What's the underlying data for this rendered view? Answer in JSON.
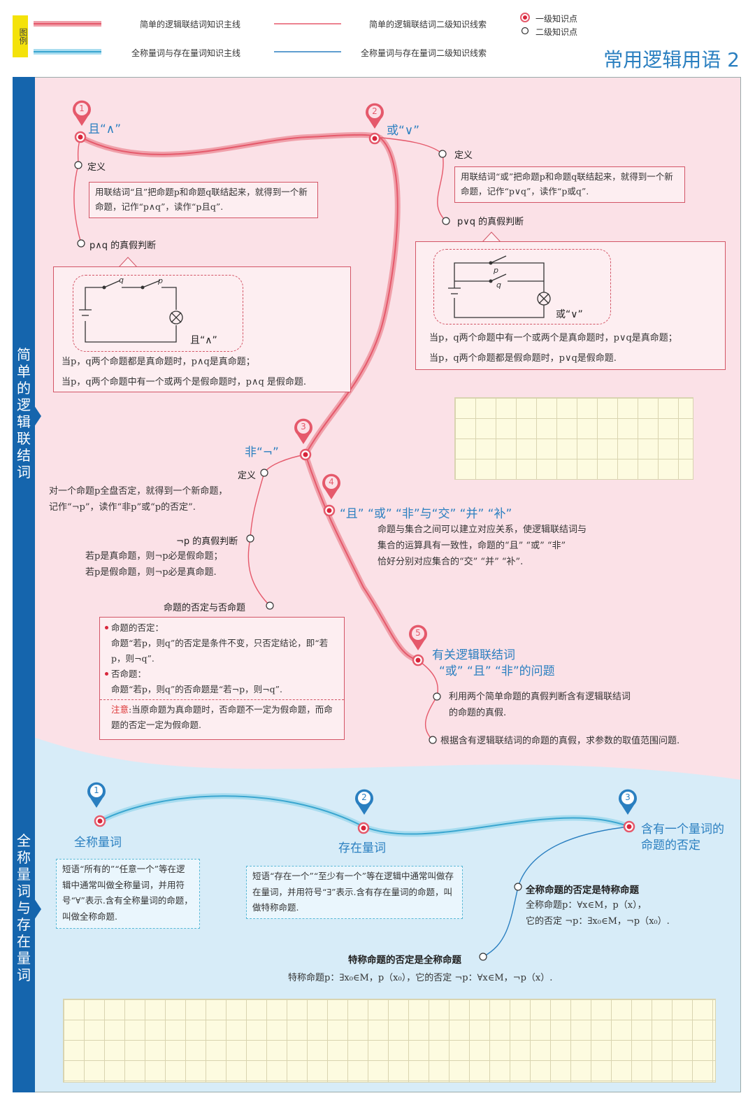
{
  "legend": {
    "tag": "图例",
    "red_main": "简单的逻辑联结词知识主线",
    "red_sub": "简单的逻辑联结词二级知识线索",
    "blue_main": "全称量词与存在量词知识主线",
    "blue_sub": "全称量词与存在量词二级知识线索",
    "level1": "一级知识点",
    "level2": "二级知识点"
  },
  "page_title": "常用逻辑用语 2",
  "sidebar": {
    "top": "简单的逻辑联结词",
    "bottom": "全称量词与存在量词"
  },
  "colors": {
    "red_line": "#e5596b",
    "blue_line": "#3aa6d0",
    "side_bar": "#1565ad",
    "title_blue": "#2a7fc0"
  },
  "red_section": {
    "n1": {
      "num": "1",
      "title": "且“∧”",
      "def_label": "定义",
      "def_text": "用联结词“且”把命题p和命题q联结起来，就得到一个新命题，记作“p∧q”，读作“p且q”.",
      "truth_label": "p∧q 的真假判断",
      "circuit_label": "且“∧”",
      "circuit_p": "p",
      "circuit_q": "q",
      "line1": "当p，q两个命题都是真命题时，p∧q是真命题；",
      "line2": "当p，q两个命题中有一个或两个是假命题时，p∧q 是假命题."
    },
    "n2": {
      "num": "2",
      "title": "或“∨”",
      "def_label": "定义",
      "def_text": "用联结词“或”把命题p和命题q联结起来，就得到一个新命题，记作“p∨q”，读作“p或q”.",
      "truth_label": "p∨q 的真假判断",
      "circuit_label": "或“∨”",
      "circuit_p": "p",
      "circuit_q": "q",
      "line1": "当p，q两个命题中有一个或两个是真命题时，p∨q是真命题；",
      "line2": "当p，q两个命题都是假命题时，p∨q是假命题."
    },
    "n3": {
      "num": "3",
      "title": "非“¬”",
      "def_label": "定义",
      "def_text1": "对一个命题p全盘否定，就得到一个新命题，",
      "def_text2": "记作“¬p”，读作“非p”或“p的否定”.",
      "truth_label": "¬p 的真假判断",
      "truth1": "若p是真命题，则¬p必是假命题；",
      "truth2": "若p是假命题，则¬p必是真命题.",
      "neg_label": "命题的否定与否命题",
      "neg_h1": "命题的否定：",
      "neg_t1": "命题“若p，则q”的否定是条件不变，只否定结论，即“若p，则¬q”.",
      "neg_h2": "否命题：",
      "neg_t2": "命题“若p，则q”的否命题是“若¬p，则¬q”.",
      "note_head": "注意",
      "note_text": ":当原命题为真命题时，否命题不一定为假命题，而命题的否定一定为假命题."
    },
    "n4": {
      "num": "4",
      "title": "“且” “或” “非”与“交” “并” “补”",
      "text1": "命题与集合之间可以建立对应关系，使逻辑联结词与",
      "text2": "集合的运算具有一致性，命题的“且” “或” “非”",
      "text3": "恰好分别对应集合的“交” “并” “补”."
    },
    "n5": {
      "num": "5",
      "title1": "有关逻辑联结词",
      "title2": "“或” “且” “非”的问题",
      "item1a": "利用两个简单命题的真假判断含有逻辑联结词",
      "item1b": "的命题的真假.",
      "item2": "根据含有逻辑联结词的命题的真假，求参数的取值范围问题."
    }
  },
  "blue_section": {
    "n1": {
      "num": "1",
      "title": "全称量词",
      "text": "短语“所有的”“任意一个”等在逻辑中通常叫做全称量词，并用符号“∀”表示.含有全称量词的命题，叫做全称命题."
    },
    "n2": {
      "num": "2",
      "title": "存在量词",
      "text": "短语“存在一个”“至少有一个”等在逻辑中通常叫做存在量词，并用符号“∃”表示.含有存在量词的命题，叫做特称命题."
    },
    "n3": {
      "num": "3",
      "title1": "含有一个量词的",
      "title2": "命题的否定",
      "a_label": "全称命题的否定是特称命题",
      "a_text1": "全称命题p：∀x∈M，p（x），",
      "a_text2": "它的否定 ¬p：∃x₀∈M，¬p（x₀）.",
      "b_label": "特称命题的否定是全称命题",
      "b_text": "特称命题p：∃x₀∈M，p（x₀），它的否定 ¬p：∀x∈M，¬p（x）."
    }
  }
}
